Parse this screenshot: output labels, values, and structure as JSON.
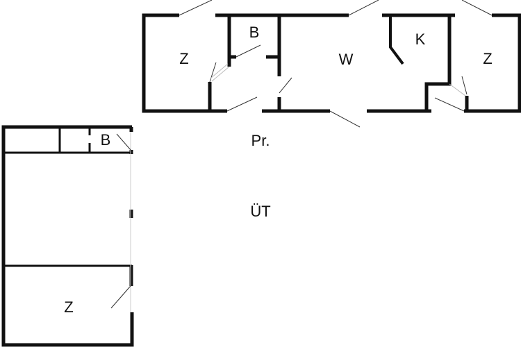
{
  "plan": {
    "upper_building": {
      "rooms": [
        {
          "label": "Z"
        },
        {
          "label": "B"
        },
        {
          "label": "W"
        },
        {
          "label": "K"
        },
        {
          "label": "Z"
        }
      ]
    },
    "lower_building": {
      "rooms": [
        {
          "label": "B"
        },
        {
          "label": "Z"
        }
      ]
    },
    "outdoor": {
      "porch": "Pr.",
      "outside": "ÜT"
    }
  },
  "colors": {
    "wall": "#111111",
    "background": "#ffffff"
  }
}
